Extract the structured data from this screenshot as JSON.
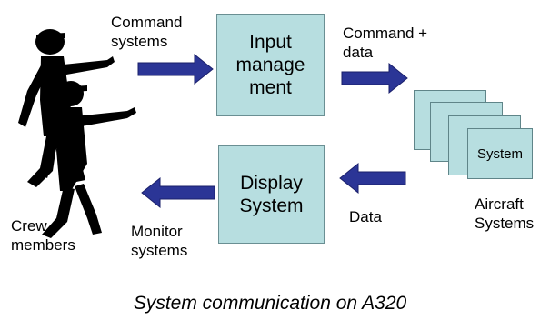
{
  "labels": {
    "command_systems": [
      "Command",
      "systems"
    ],
    "command_data": [
      "Command +",
      "data"
    ],
    "data": "Data",
    "monitor_systems": [
      "Monitor",
      "systems"
    ],
    "crew_members": [
      "Crew",
      "members"
    ],
    "aircraft_systems": [
      "Aircraft",
      "Systems"
    ]
  },
  "boxes": {
    "input": [
      "Input",
      "manage",
      "ment"
    ],
    "display": [
      "Display",
      "System"
    ],
    "system": "System"
  },
  "caption": "System communication on A320",
  "colors": {
    "box_fill": "#b7dee0",
    "arrow": "#2b3596",
    "figure": "#000000"
  }
}
